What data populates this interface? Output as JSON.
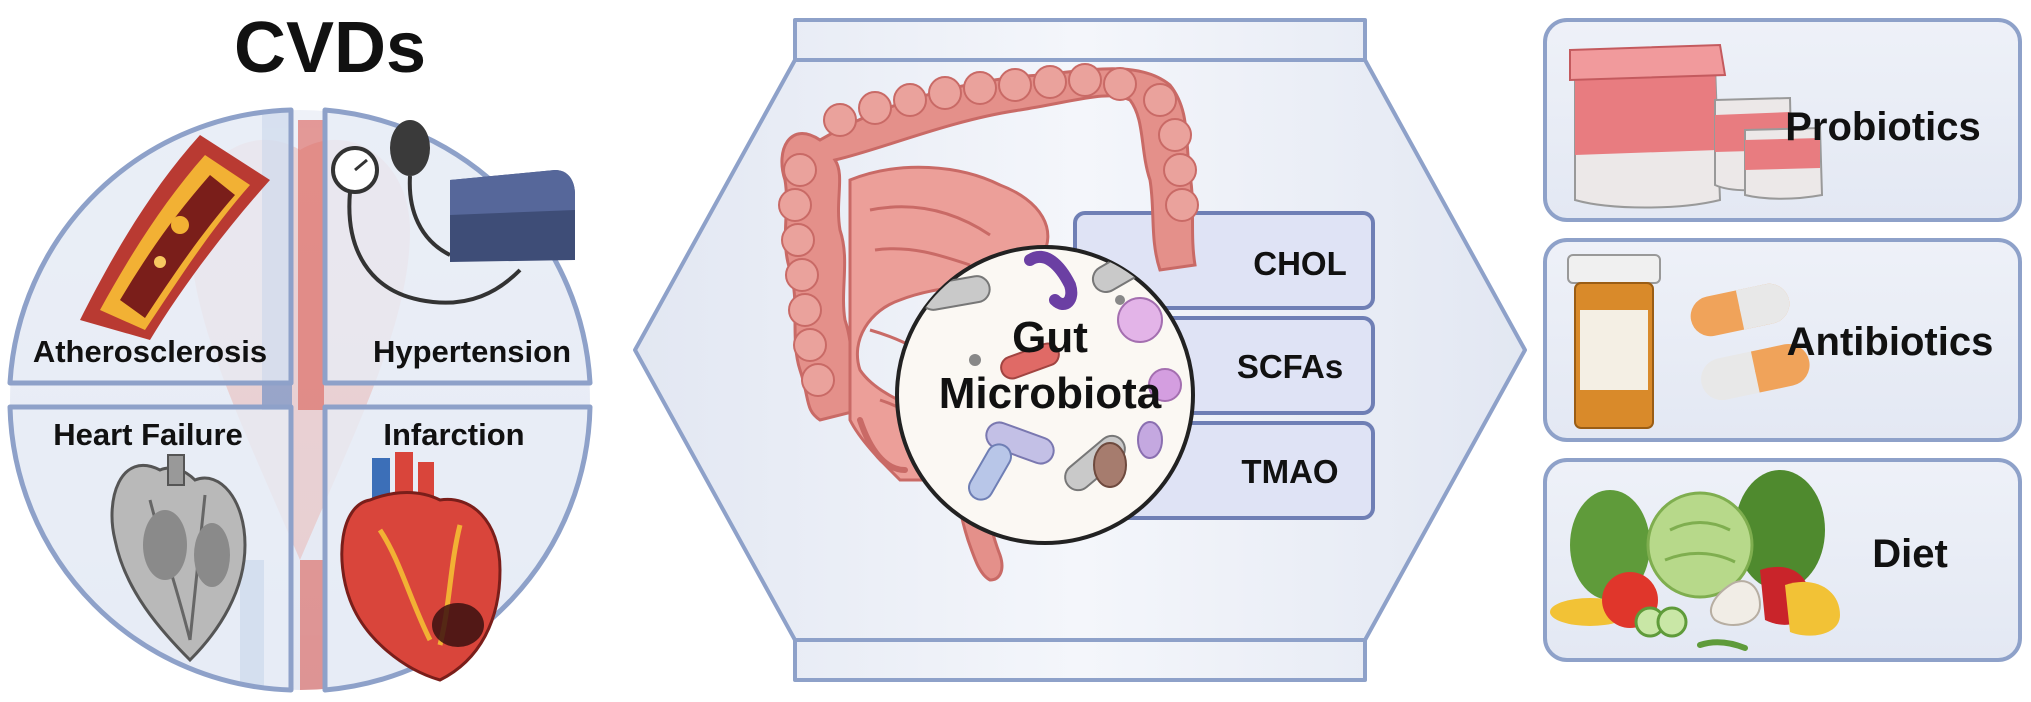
{
  "title": "CVDs",
  "quadrants": [
    {
      "label": "Atherosclerosis"
    },
    {
      "label": "Hypertension"
    },
    {
      "label": "Heart Failure"
    },
    {
      "label": "Infarction"
    }
  ],
  "center": {
    "label_line1": "Gut",
    "label_line2": "Microbiota",
    "metabolites": [
      {
        "label": "CHOL"
      },
      {
        "label": "SCFAs"
      },
      {
        "label": "TMAO"
      }
    ]
  },
  "interventions": [
    {
      "label": "Probiotics"
    },
    {
      "label": "Antibiotics"
    },
    {
      "label": "Diet"
    }
  ],
  "colors": {
    "panel_fill": "#e8edf6",
    "panel_stroke": "#8ea1c9",
    "metabolite_fill": "#dfe3f5",
    "metabolite_stroke": "#6f7fb5",
    "intestine": "#e4908a",
    "intestine_dark": "#c96a66",
    "heart_red": "#d9453b",
    "vessel_blue": "#3c6fb8"
  }
}
